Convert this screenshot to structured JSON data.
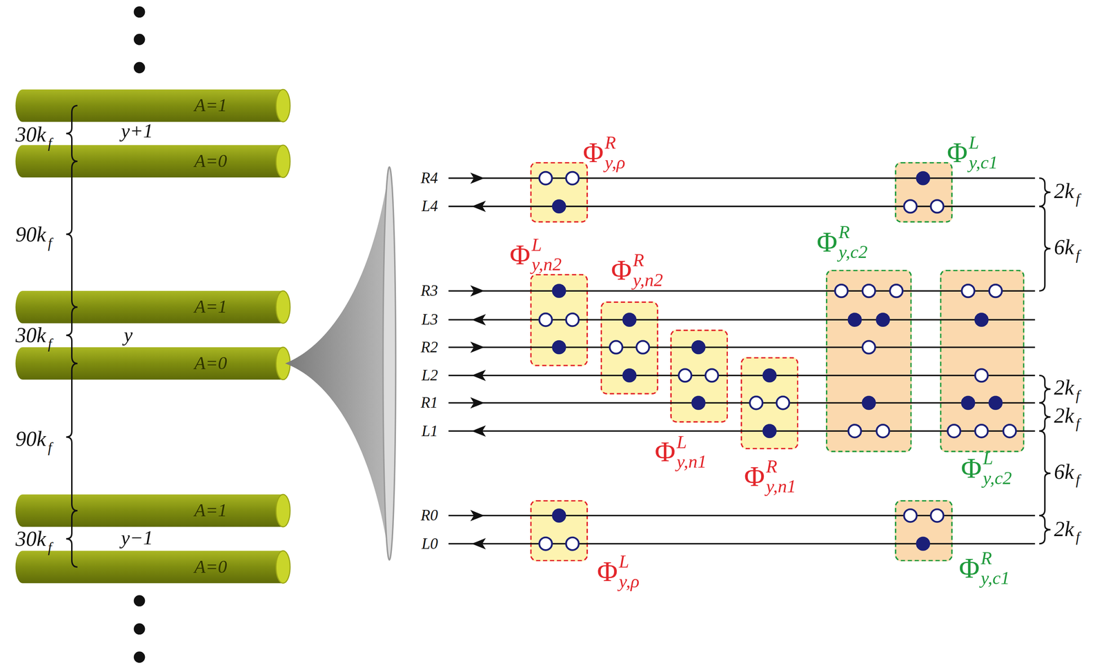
{
  "diagram": {
    "nodes": [
      {
        "text": [
          "A=1"
        ]
      },
      {
        "text": [
          "A=0"
        ]
      },
      {
        "text": [
          "A=1"
        ]
      },
      {
        "text": [
          "A=0"
        ]
      },
      {
        "text": [
          "A=1"
        ]
      },
      {
        "text": [
          "A=0"
        ]
      },
      {
        "text": [
          "Φ",
          "R",
          "y,ρ"
        ]
      },
      {
        "text": [
          "Φ",
          "L",
          "y,c1"
        ]
      },
      {
        "text": [
          "Φ",
          "L",
          "y,n2"
        ]
      },
      {
        "text": [
          "Φ",
          "R",
          "y,n2"
        ]
      },
      {
        "text": [
          "Φ",
          "R",
          "y,c2"
        ]
      },
      {
        "text": [
          "Φ",
          "L",
          "y,n1"
        ]
      },
      {
        "text": [
          "Φ",
          "R",
          "y,n1"
        ]
      },
      {
        "text": [
          "Φ",
          "L",
          "y,c2"
        ]
      },
      {
        "text": [
          "Φ",
          "L",
          "y,ρ"
        ]
      },
      {
        "text": [
          "Φ",
          "R",
          "y,c1"
        ]
      }
    ],
    "labels": [
      "30k",
      "f",
      "y+1",
      "90k",
      "f",
      "30k",
      "f",
      "y",
      "90k",
      "f",
      "30k",
      "f",
      "y−1",
      "R4",
      "L4",
      "R3",
      "L3",
      "R2",
      "L2",
      "R1",
      "L1",
      "R0",
      "L0",
      "2k",
      "f",
      "6k",
      "f",
      "2k",
      "f",
      "2k",
      "f",
      "6k",
      "f",
      "2k",
      "f"
    ]
  }
}
